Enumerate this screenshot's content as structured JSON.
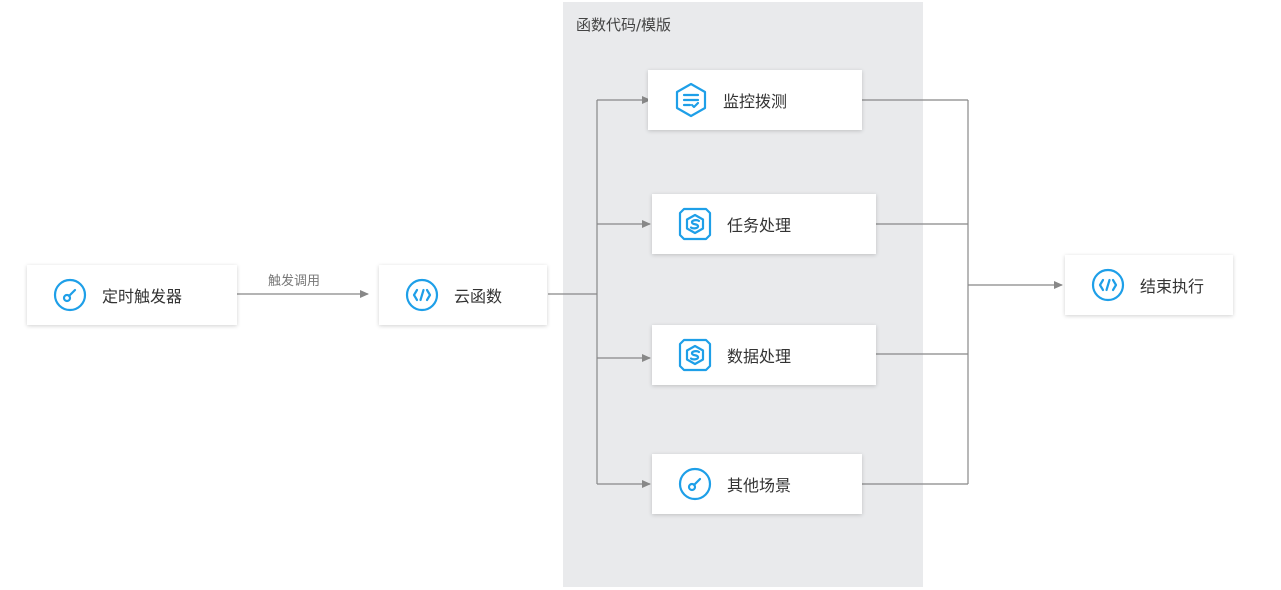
{
  "group": {
    "title": "函数代码/模版"
  },
  "edge": {
    "trigger_label": "触发调用"
  },
  "nodes": {
    "trigger": {
      "label": "定时触发器",
      "icon": "gauge-icon"
    },
    "cloud_function": {
      "label": "云函数",
      "icon": "code-hexagon-icon"
    },
    "monitor": {
      "label": "监控拨测",
      "icon": "list-check-icon"
    },
    "task": {
      "label": "任务处理",
      "icon": "process-icon"
    },
    "data": {
      "label": "数据处理",
      "icon": "process-icon"
    },
    "other": {
      "label": "其他场景",
      "icon": "gauge-icon"
    },
    "end": {
      "label": "结束执行",
      "icon": "code-hexagon-icon"
    }
  },
  "colors": {
    "accent": "#1e9fe8",
    "line": "#888888",
    "group_bg": "#e9eaec"
  }
}
